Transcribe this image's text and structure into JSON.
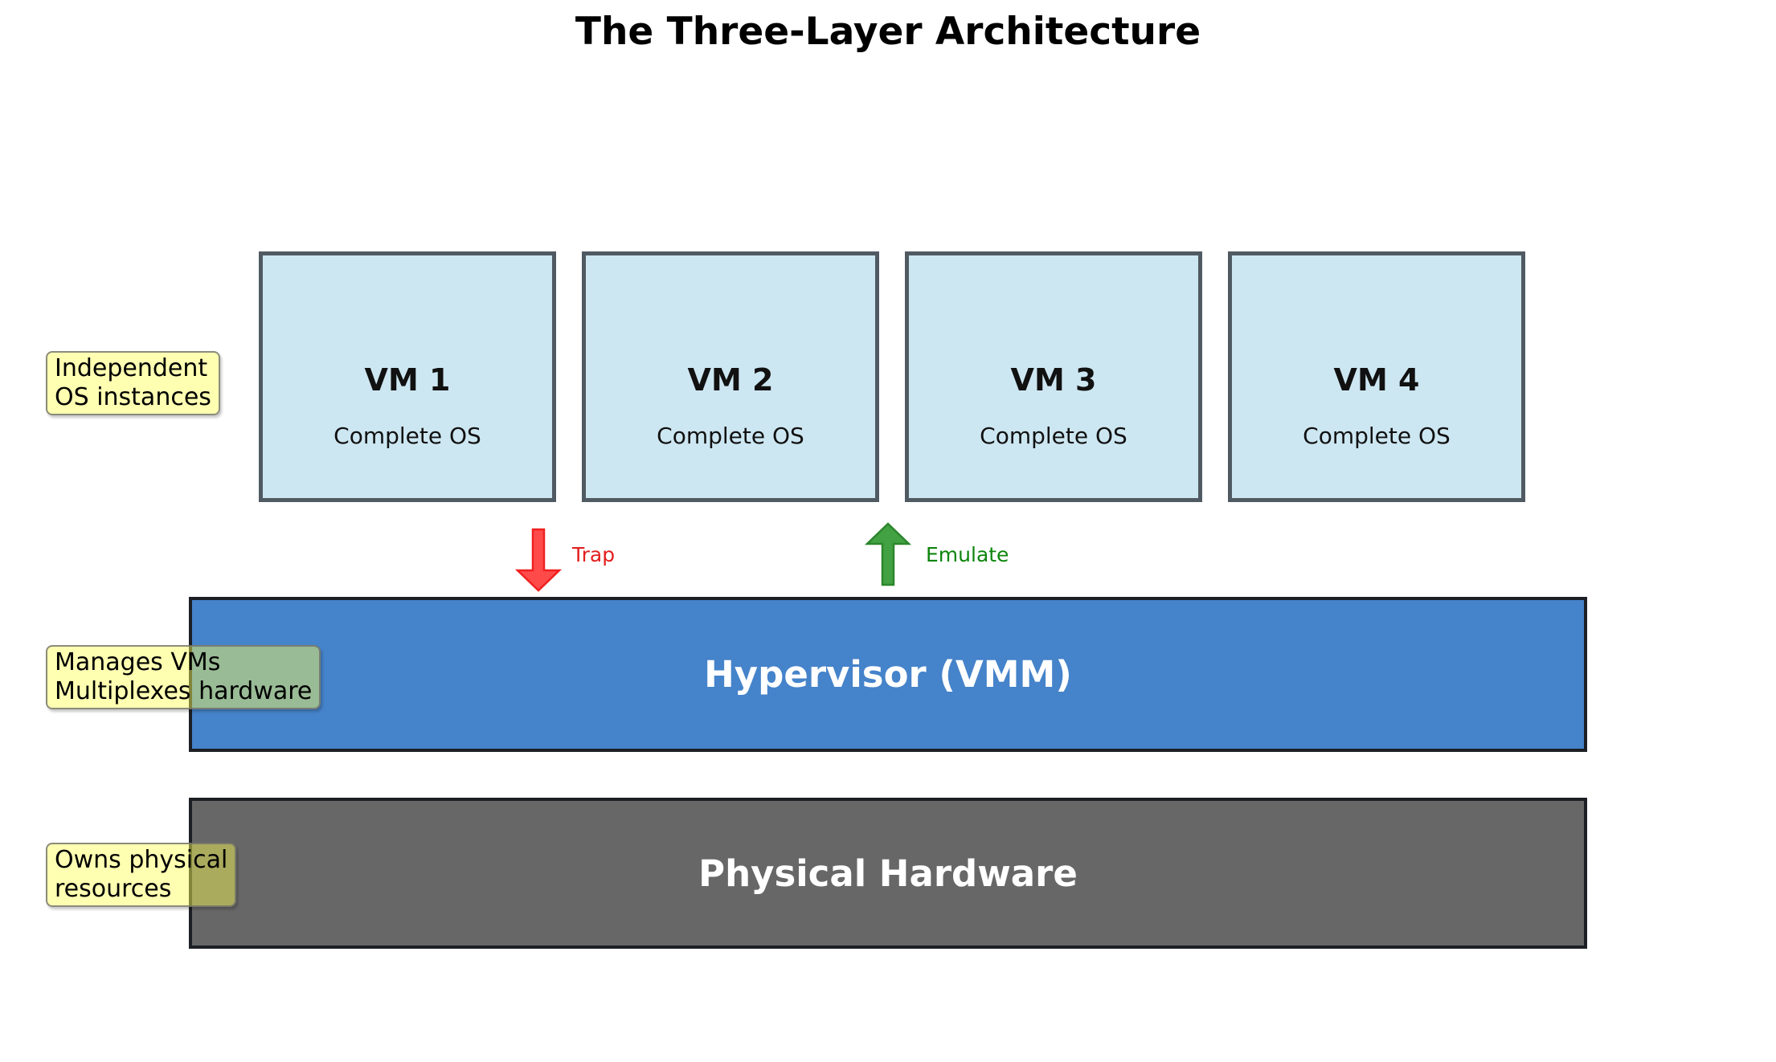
{
  "title": "The Three-Layer Architecture",
  "vms": [
    {
      "name": "VM 1",
      "os": "Complete OS"
    },
    {
      "name": "VM 2",
      "os": "Complete OS"
    },
    {
      "name": "VM 3",
      "os": "Complete OS"
    },
    {
      "name": "VM 4",
      "os": "Complete OS"
    }
  ],
  "notes": {
    "vms": {
      "line1": "Independent",
      "line2": "OS instances"
    },
    "hypervisor": {
      "line1": "Manages VMs",
      "line2": "Multiplexes hardware"
    },
    "hardware": {
      "line1": "Owns physical",
      "line2": "resources"
    }
  },
  "arrows": {
    "trap": {
      "label": "Trap",
      "direction": "down"
    },
    "emulate": {
      "label": "Emulate",
      "direction": "up"
    }
  },
  "layers": {
    "hypervisor": {
      "label": "Hypervisor (VMM)"
    },
    "hardware": {
      "label": "Physical Hardware"
    }
  },
  "colors": {
    "title_color": "#000000",
    "vm_fill": "#cde7f2",
    "vm_border": "#505a63",
    "note_bg": "rgba(255,255,85,0.45)",
    "hypervisor_fill": "#4583ca",
    "hardware_fill": "#676767",
    "layer_border": "#1c1f24",
    "layer_text": "#ffffff",
    "trap_fill": "#ff4a4a",
    "trap_stroke": "#f02020",
    "trap_text": "#e31e1e",
    "emulate_fill": "#42a142",
    "emulate_stroke": "#2c862c",
    "emulate_text": "#0d850d"
  }
}
